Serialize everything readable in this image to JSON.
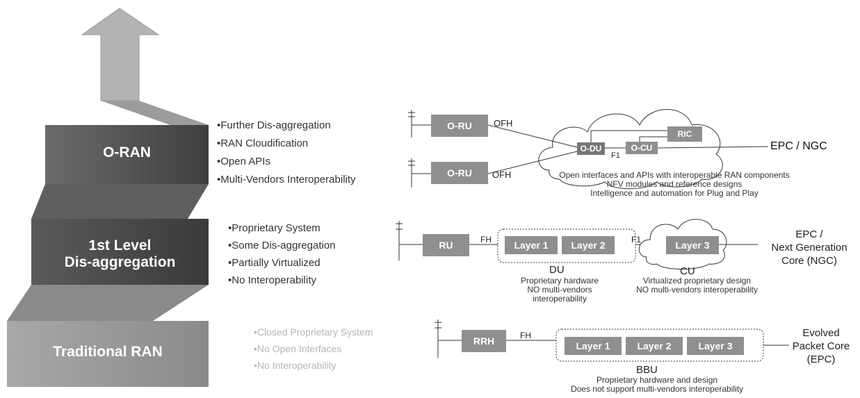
{
  "levels": [
    {
      "name": "O-RAN",
      "bullets": [
        "Further Dis-aggregation",
        "RAN Cloudification",
        "Open APIs",
        "Multi-Vendors Interoperability"
      ]
    },
    {
      "name": "1st Level\nDis-aggregation",
      "bullets": [
        "Proprietary System",
        "Some Dis-aggregation",
        "Partially Virtualized",
        "No Interoperability"
      ]
    },
    {
      "name": "Traditional RAN",
      "bullets": [
        "Closed Proprietary System",
        "No Open Interfaces",
        "No Interoperability"
      ]
    }
  ],
  "oran": {
    "ru1": "O-RU",
    "ru2": "O-RU",
    "ofh1": "OFH",
    "ofh2": "OFH",
    "odu": "O-DU",
    "ocu": "O-CU",
    "ric": "RIC",
    "f1": "F1",
    "core": "EPC / NGC",
    "desc": [
      "Open interfaces and APIs with interoperable RAN components",
      "NFV modules and reference designs",
      "Intelligence and automation for Plug and Play"
    ]
  },
  "first": {
    "ru": "RU",
    "fh": "FH",
    "layer1": "Layer 1",
    "layer2": "Layer 2",
    "f1": "F1",
    "layer3": "Layer 3",
    "du": "DU",
    "du_desc": [
      "Proprietary hardware",
      "NO multi-vendors",
      "interoperability"
    ],
    "cu": "CU",
    "cu_desc": [
      "Virtualized proprietary design",
      "NO multi-vendors interoperability"
    ],
    "core": [
      "EPC /",
      "Next Generation",
      "Core (NGC)"
    ]
  },
  "trad": {
    "rrh": "RRH",
    "fh": "FH",
    "layer1": "Layer 1",
    "layer2": "Layer 2",
    "layer3": "Layer 3",
    "bbu": "BBU",
    "bbu_desc": [
      "Proprietary hardware and design",
      "Does not support multi-vendors interoperability"
    ],
    "core": [
      "Evolved",
      "Packet Core",
      "(EPC)"
    ]
  },
  "colors": {
    "step_top": "#555555",
    "step_mid": "#4a4a4a",
    "step_bottom": "#9a9a9a",
    "box": "#8f8f8f",
    "arrow": "#b0b0b0"
  }
}
